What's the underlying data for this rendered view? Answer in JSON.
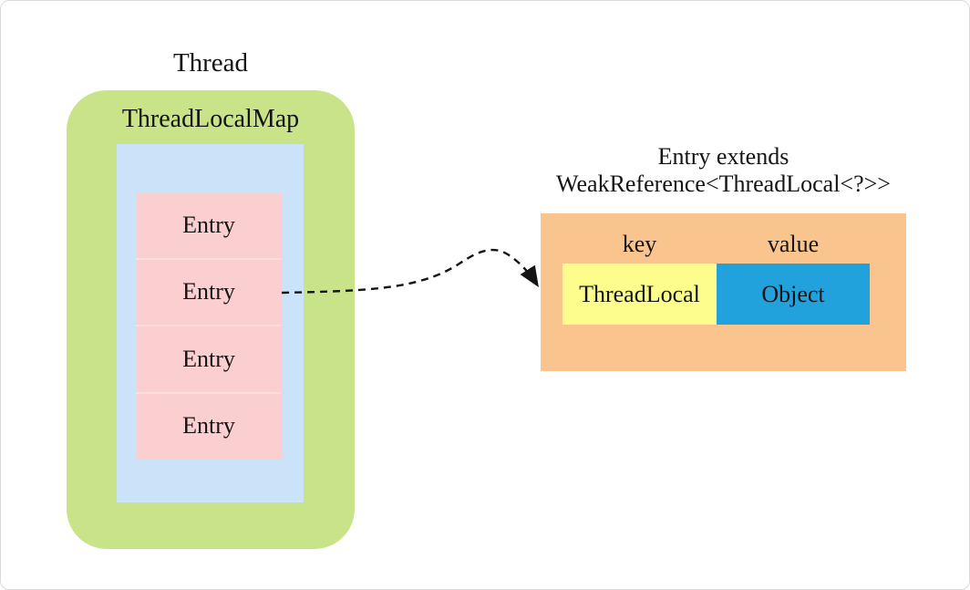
{
  "thread": {
    "title": "Thread",
    "map_label": "ThreadLocalMap",
    "entries": [
      "Entry",
      "Entry",
      "Entry",
      "Entry"
    ]
  },
  "entry_detail": {
    "heading_line1": "Entry extends",
    "heading_line2": "WeakReference<ThreadLocal<?>>",
    "key_label": "key",
    "value_label": "value",
    "key_cell": "ThreadLocal",
    "value_cell": "Object"
  },
  "arrow": {
    "style": "dashed-curved-arrow",
    "from": "entry-row-2",
    "to": "entry-detail-box"
  },
  "colors": {
    "green": "#c9e389",
    "light_blue": "#cbe3f8",
    "pink": "#fbcfcf",
    "pink_divider": "#fddede",
    "orange": "#fac48e",
    "yellow": "#fdfd8d",
    "value_blue": "#21a2dc",
    "text": "#141414"
  }
}
